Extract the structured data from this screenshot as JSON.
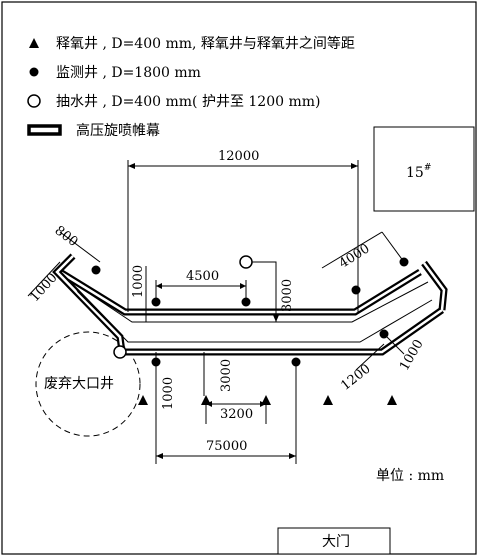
{
  "legend": {
    "oxygen_well": "释氧井 , D=400 mm, 释氧井与释氧井之间等距",
    "monitor_well": "监测井 , D=1800 mm",
    "pump_well": "抽水井 , D=400 mm( 护井至 1200 mm)",
    "curtain": "高压旋喷帷幕"
  },
  "labels": {
    "building": "15",
    "building_sup": "#",
    "abandoned_well": "废弃大口井",
    "gate": "大门",
    "unit": "单位 : mm"
  },
  "dimensions": {
    "top_width": "12000",
    "left_upper": "800",
    "left_outer": "1000",
    "left_inner_v": "1000",
    "monitor_spacing": "4500",
    "right_upper": "4000",
    "pump_depth": "3000",
    "right_lower_a": "1200",
    "right_lower_b": "1000",
    "lower_mid_v": "3000",
    "lower_left_v": "1000",
    "oxygen_spacing": "3200",
    "bottom_width": "75000"
  },
  "colors": {
    "line": "#000000",
    "background": "#ffffff"
  }
}
